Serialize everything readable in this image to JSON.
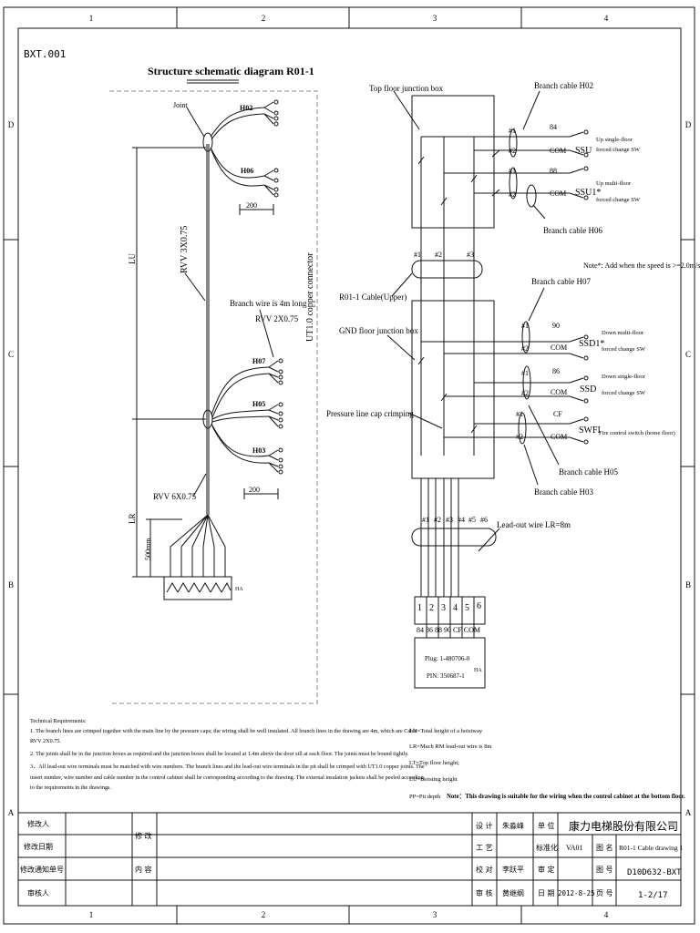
{
  "drawing_code": "BXT.001",
  "title": "Structure schematic diagram R01-1",
  "zones": {
    "cols": [
      "1",
      "2",
      "3",
      "4"
    ],
    "rows": [
      "D",
      "C",
      "B",
      "A"
    ]
  },
  "left_diagram": {
    "joint": "Joint",
    "h02": "H02",
    "h06": "H06",
    "h07": "H07",
    "h05": "H05",
    "h03": "H03",
    "dim_200_top": "200",
    "dim_200_bottom": "200",
    "rvv_main": "RVV 3X0.75",
    "connector_note": "UT1.0 copper connector",
    "branch_note": "Branch wire is 4m long",
    "branch_spec": "RVV 2X0.75",
    "rvv_6x": "RVV 6X0.75",
    "lu": "LU",
    "lr": "LR",
    "dim_500": "500mm",
    "ha": "HA"
  },
  "right_diagram": {
    "top_box": "Top floor junction box",
    "cable_h02": "Branch cable H02",
    "cable_h06": "Branch cable H06",
    "cable_h07": "Branch cable H07",
    "cable_h05": "Branch cable H05",
    "cable_h03": "Branch cable H03",
    "note_speed": "Note*: Add when the speed is >=2.0m/s",
    "r01_cable": "R01-1 Cable(Upper)",
    "gnd_box": "GND floor junction box",
    "pressure": "Pressure line cap crimping",
    "leadout": "Lead-out wire LR=8m",
    "n1": "#1",
    "n2": "#2",
    "n3": "#3",
    "n4": "#4",
    "n5": "#5",
    "n6": "#6",
    "ssu": "SSU",
    "ssu1": "SSU1*",
    "ssd1": "SSD1*",
    "ssd": "SSD",
    "swfi": "SWFI",
    "v84": "84",
    "v88": "88",
    "v90": "90",
    "v86": "86",
    "cf": "CF",
    "com": "COM",
    "ssu_desc1": "Up single-floor",
    "ssu_desc2": "forced change SW",
    "ssu1_desc1": "Up multi-floor",
    "ssu1_desc2": "forced change SW",
    "ssd1_desc1": "Down multi-floor",
    "ssd1_desc2": "forced change SW",
    "ssd_desc1": "Down single-floor",
    "ssd_desc2": "forced change SW",
    "swfi_desc": "Fire control switch (home floor)",
    "plug_nums": [
      "1",
      "2",
      "3",
      "4",
      "5",
      "6"
    ],
    "plug_sigs": "84 86 88 90 CF COM",
    "plug": "Plug: 1-480706-0",
    "pin": "PIN: 350687-1",
    "ha": "HA"
  },
  "requirements": {
    "heading": "Technical Requirements:",
    "lines": [
      "1. The branch lines are crimped together with the main line by the pressure caps; the wiring shall be well insulated. All branch lines in the drawing are 4m, which are Cable",
      "RVV 2X0.75.",
      "2. The joints shall be in the junction boxes as required and the junction boxes shall be located at 1.4m above the door sill at each floor. The joints must be bound tightly.",
      "3、All lead-out wire terminals must be matched with wire numbers. The branch lines and the lead-out wire terminals in the pit shall be crimped with UT1.0 copper joints. The",
      "insert number, wire number and cable number in the control cabinet shall be corresponding according to the drawing. The external insulation jackets shall be peeled according",
      "to the requirements in the drawings."
    ]
  },
  "legend": [
    "LH=Total height of a hoistway",
    "LR=Mach RM lead-out wire is 8m",
    "LT=Top floor height;",
    "LU=Hoisting height",
    "PP=Pit depth"
  ],
  "note_bottom": "Note：This drawing is suitable for the wiring when the control cabinet at the bottom floor.",
  "title_block": {
    "rev_person": "修改人",
    "rev_date": "修改日期",
    "rev_notice": "修改通知单号",
    "reviewer": "审核人",
    "change": "修 改",
    "content": "内 容",
    "design": "设 计",
    "designer": "朱淼峰",
    "process": "工 艺",
    "check": "校 对",
    "checker": "李跃平",
    "audit": "审 核",
    "auditor": "黄继纲",
    "unit": "单 位",
    "standard": "标准化",
    "std_val": "VA01",
    "approve": "审 定",
    "date_label": "日 期",
    "date_val": "2012-8-25",
    "company": "康力电梯股份有限公司",
    "name_label": "图 名",
    "name_val": "R01-1 Cable drawing 1",
    "num_label": "图 号",
    "num_val": "D10D632-BXT",
    "page_label": "页 号",
    "page_val": "1-2/17"
  }
}
